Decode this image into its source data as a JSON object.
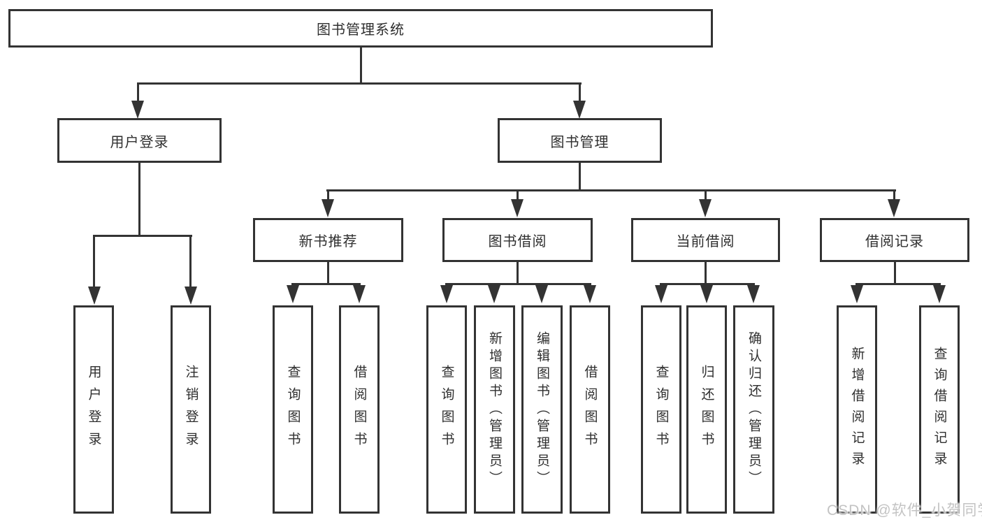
{
  "tree": {
    "root": "图书管理系统",
    "login": {
      "label": "用户登录",
      "children": [
        "用户登录",
        "注销登录"
      ]
    },
    "mgmt": {
      "label": "图书管理"
    },
    "modules": [
      {
        "label": "新书推荐",
        "children": [
          "查询图书",
          "借阅图书"
        ]
      },
      {
        "label": "图书借阅",
        "children": [
          "查询图书",
          "新增图书（管理员）",
          "编辑图书（管理员）",
          "借阅图书"
        ]
      },
      {
        "label": "当前借阅",
        "children": [
          "查询图书",
          "归还图书",
          "确认归还（管理员）"
        ]
      },
      {
        "label": "借阅记录",
        "children": [
          "新增借阅记录",
          "查询借阅记录"
        ]
      }
    ]
  },
  "watermark": "CSDN @软件_小贺同学",
  "colors": {
    "line": "#333333",
    "text": "#2f2f2f",
    "background": "#ffffff",
    "watermark": "#c3c3c3"
  }
}
